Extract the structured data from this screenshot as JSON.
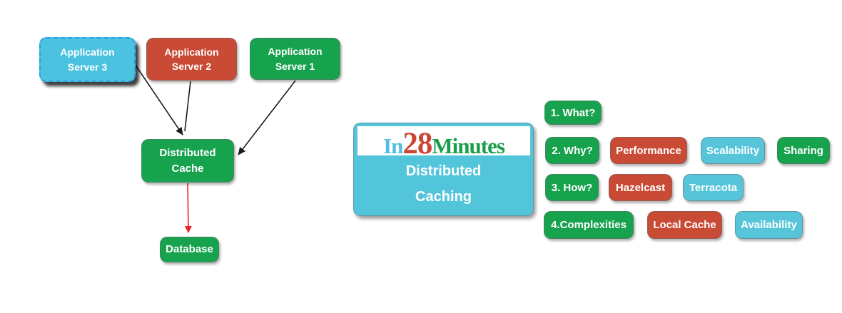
{
  "colors": {
    "node_green": "#17A24E",
    "node_red": "#C94A35",
    "node_cyan": "#56C5D9",
    "selected_node_fill": "#4BC2DF",
    "selected_node_border": "#2E9EE4",
    "card_cyan": "#53C5DB",
    "brand_in": "#54BEDF",
    "brand_28": "#CC4733",
    "brand_minutes": "#1A9E4B",
    "arrow_black": "#1b1b1b",
    "arrow_red": "#E8242A"
  },
  "flow": {
    "app_server_3": {
      "line1": "Application",
      "line2": "Server 3",
      "color": "cyan-selected"
    },
    "app_server_2": {
      "line1": "Application",
      "line2": "Server 2",
      "color": "red"
    },
    "app_server_1": {
      "line1": "Application",
      "line2": "Server 1",
      "color": "green"
    },
    "distributed_cache": {
      "line1": "Distributed",
      "line2": "Cache",
      "color": "green"
    },
    "database": {
      "label": "Database",
      "color": "green"
    }
  },
  "logo_card": {
    "brand": {
      "part1": "In",
      "part2": "28",
      "part3": "Minutes"
    },
    "title_line1": "Distributed",
    "title_line2": "Caching"
  },
  "topics": {
    "row1": {
      "label": "1. What?"
    },
    "row2": {
      "label": "2. Why?",
      "items": [
        "Performance",
        "Scalability",
        "Sharing"
      ]
    },
    "row3": {
      "label": "3. How?",
      "items": [
        "Hazelcast",
        "Terracota"
      ]
    },
    "row4": {
      "label": "4.Complexities",
      "items": [
        "Local Cache",
        "Availability"
      ]
    }
  }
}
